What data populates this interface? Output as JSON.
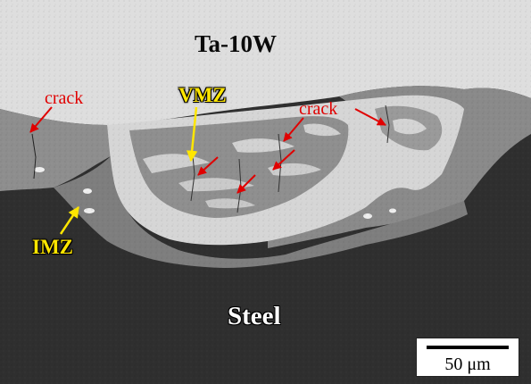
{
  "labels": {
    "top_material": "Ta-10W",
    "bottom_material": "Steel",
    "vmz": "VMZ",
    "imz": "IMZ",
    "crack_left": "crack",
    "crack_right": "crack"
  },
  "scale_bar": {
    "text": "50 μm"
  },
  "colors": {
    "ta_matrix": "#dcdcdc",
    "steel": "#2e2e2e",
    "mixed_zone": "#8c8c8c",
    "zone_label": "#ffe600",
    "crack_annotation": "#e00000"
  }
}
